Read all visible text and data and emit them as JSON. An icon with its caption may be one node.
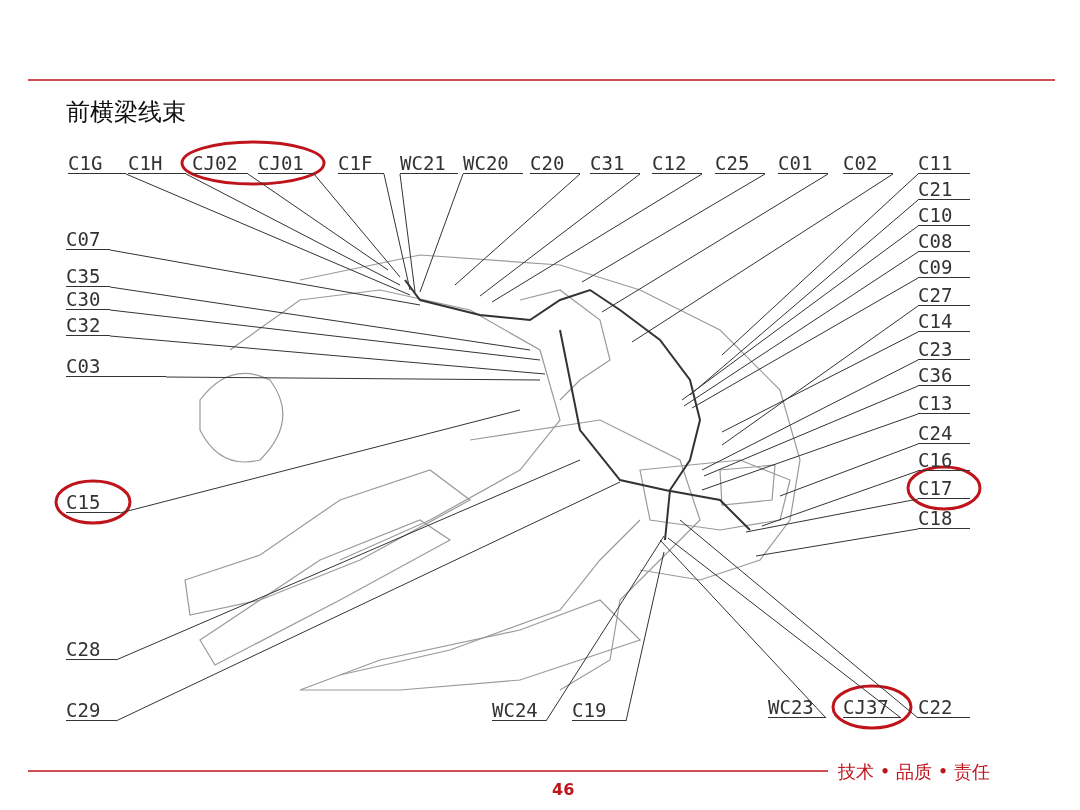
{
  "diagram": {
    "title": "前横梁线束",
    "nodes": [
      {
        "text": [
          "C1G"
        ]
      },
      {
        "text": [
          "C1H"
        ]
      },
      {
        "text": [
          "CJ02"
        ]
      },
      {
        "text": [
          "CJ01"
        ]
      },
      {
        "text": [
          "C1F"
        ]
      },
      {
        "text": [
          "WC21"
        ]
      },
      {
        "text": [
          "WC20"
        ]
      },
      {
        "text": [
          "C20"
        ]
      },
      {
        "text": [
          "C31"
        ]
      },
      {
        "text": [
          "C12"
        ]
      },
      {
        "text": [
          "C25"
        ]
      },
      {
        "text": [
          "C01"
        ]
      },
      {
        "text": [
          "C02"
        ]
      },
      {
        "text": [
          "C11"
        ]
      },
      {
        "text": [
          "C21"
        ]
      },
      {
        "text": [
          "C10"
        ]
      },
      {
        "text": [
          "C08"
        ]
      },
      {
        "text": [
          "C09"
        ]
      },
      {
        "text": [
          "C27"
        ]
      },
      {
        "text": [
          "C14"
        ]
      },
      {
        "text": [
          "C23"
        ]
      },
      {
        "text": [
          "C36"
        ]
      },
      {
        "text": [
          "C13"
        ]
      },
      {
        "text": [
          "C24"
        ]
      },
      {
        "text": [
          "C16"
        ]
      },
      {
        "text": [
          "C17"
        ]
      },
      {
        "text": [
          "C18"
        ]
      },
      {
        "text": [
          "C07"
        ]
      },
      {
        "text": [
          "C35"
        ]
      },
      {
        "text": [
          "C30"
        ]
      },
      {
        "text": [
          "C32"
        ]
      },
      {
        "text": [
          "C03"
        ]
      },
      {
        "text": [
          "C15"
        ]
      },
      {
        "text": [
          "C28"
        ]
      },
      {
        "text": [
          "C29"
        ]
      },
      {
        "text": [
          "WC24"
        ]
      },
      {
        "text": [
          "C19"
        ]
      },
      {
        "text": [
          "WC23"
        ]
      },
      {
        "text": [
          "CJ37"
        ]
      },
      {
        "text": [
          "C22"
        ]
      },
      {
        "text": [],
        "shape": "picture"
      }
    ],
    "edges": [
      {
        "from": 0,
        "to": 40,
        "arrow": "none"
      },
      {
        "from": 1,
        "to": 40,
        "arrow": "none"
      },
      {
        "from": 2,
        "to": 40,
        "arrow": "none"
      },
      {
        "from": 3,
        "to": 40,
        "arrow": "none"
      },
      {
        "from": 4,
        "to": 40,
        "arrow": "none"
      },
      {
        "from": 5,
        "to": 40,
        "arrow": "none"
      },
      {
        "from": 6,
        "to": 40,
        "arrow": "none"
      },
      {
        "from": 7,
        "to": 40,
        "arrow": "none"
      },
      {
        "from": 8,
        "to": 40,
        "arrow": "none"
      },
      {
        "from": 9,
        "to": 40,
        "arrow": "none"
      },
      {
        "from": 10,
        "to": 40,
        "arrow": "none"
      },
      {
        "from": 11,
        "to": 40,
        "arrow": "none"
      },
      {
        "from": 12,
        "to": 40,
        "arrow": "none"
      },
      {
        "from": 13,
        "to": 40,
        "arrow": "none"
      },
      {
        "from": 14,
        "to": 40,
        "arrow": "none"
      },
      {
        "from": 15,
        "to": 40,
        "arrow": "none"
      },
      {
        "from": 16,
        "to": 40,
        "arrow": "none"
      },
      {
        "from": 17,
        "to": 40,
        "arrow": "none"
      },
      {
        "from": 18,
        "to": 40,
        "arrow": "none"
      },
      {
        "from": 19,
        "to": 40,
        "arrow": "none"
      },
      {
        "from": 20,
        "to": 40,
        "arrow": "none"
      },
      {
        "from": 21,
        "to": 40,
        "arrow": "none"
      },
      {
        "from": 22,
        "to": 40,
        "arrow": "none"
      },
      {
        "from": 23,
        "to": 40,
        "arrow": "none"
      },
      {
        "from": 24,
        "to": 40,
        "arrow": "none"
      },
      {
        "from": 25,
        "to": 40,
        "arrow": "none"
      },
      {
        "from": 26,
        "to": 40,
        "arrow": "none"
      },
      {
        "from": 27,
        "to": 40,
        "arrow": "none"
      },
      {
        "from": 28,
        "to": 40,
        "arrow": "none"
      },
      {
        "from": 29,
        "to": 40,
        "arrow": "none"
      },
      {
        "from": 30,
        "to": 40,
        "arrow": "none"
      },
      {
        "from": 31,
        "to": 40,
        "arrow": "none"
      },
      {
        "from": 32,
        "to": 40,
        "arrow": "none"
      },
      {
        "from": 33,
        "to": 40,
        "arrow": "none"
      },
      {
        "from": 34,
        "to": 40,
        "arrow": "none"
      },
      {
        "from": 35,
        "to": 40,
        "arrow": "none"
      },
      {
        "from": 36,
        "to": 40,
        "arrow": "none"
      },
      {
        "from": 37,
        "to": 40,
        "arrow": "none"
      },
      {
        "from": 38,
        "to": 40,
        "arrow": "none"
      },
      {
        "from": 39,
        "to": 40,
        "arrow": "none"
      }
    ],
    "labels": [
      "46",
      "技术 • 品质 • 责任"
    ]
  }
}
